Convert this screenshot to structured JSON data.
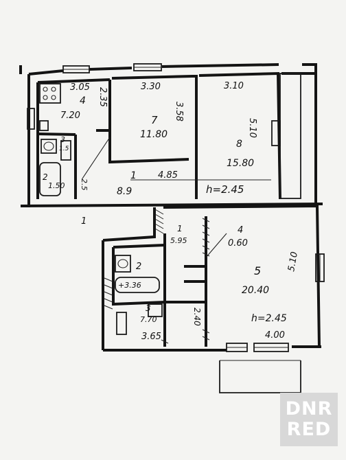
{
  "top_apartment": {
    "rooms": [
      {
        "id": "kitchen",
        "number": "4",
        "width": "3.05",
        "area": "7.20",
        "depth": "2.35"
      },
      {
        "id": "room7",
        "number": "7",
        "width": "3.30",
        "area": "11.80",
        "depth": "3.58"
      },
      {
        "id": "room8",
        "number": "8",
        "width": "3.10",
        "area": "15.80",
        "depth": "5.10"
      },
      {
        "id": "hall",
        "number": "1",
        "area": "8.9",
        "length": "4.85"
      }
    ],
    "bath_labels": [
      "3",
      "1.5",
      "2",
      "1.50",
      "2.5"
    ],
    "ceiling_height": "h=2.45"
  },
  "bottom_apartment": {
    "hall": {
      "number": "1",
      "value": "5.95"
    },
    "closet": {
      "number": "4",
      "area": "0.60"
    },
    "bath": {
      "number": "2",
      "area": "+3.36"
    },
    "kitchen": {
      "number": "3",
      "area": "7.70",
      "width": "3.65",
      "depth": "2.40"
    },
    "room5": {
      "number": "5",
      "area": "20.40",
      "depth": "5.10",
      "height": "h=2.45",
      "width": "4.00"
    },
    "corridor_mark": "1"
  },
  "watermark": {
    "line1": "DNR",
    "line2": "RED"
  }
}
